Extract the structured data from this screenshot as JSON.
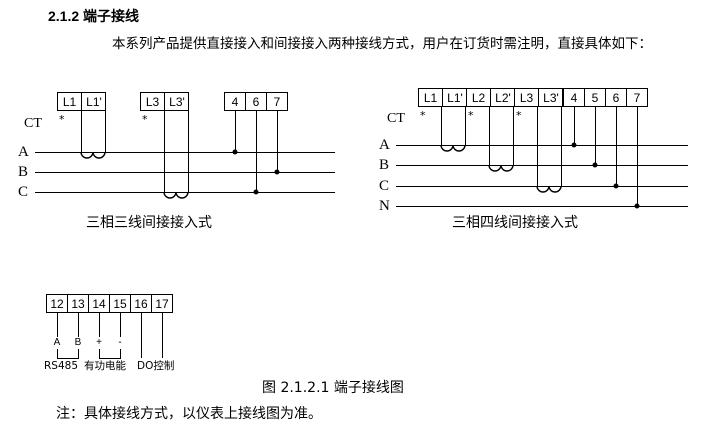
{
  "document": {
    "heading": "2.1.2 端子接线",
    "paragraph": "本系列产品提供直接接入和间接接入两种接线方式，用户在订货时需注明，直接具体如下：",
    "figure_caption": "图 2.1.2.1   端子接线图",
    "note": "注：具体接线方式，以仪表上接线图为准。"
  },
  "diagram_left": {
    "caption": "三相三线间接接入式",
    "ct_label": "CT",
    "ct_polarity_mark": "*",
    "phase_labels": [
      "A",
      "B",
      "C"
    ],
    "ct_terminal_groups": [
      {
        "cells": [
          "L1",
          "L1'"
        ],
        "phase": "A"
      },
      {
        "cells": [
          "L3",
          "L3'"
        ],
        "phase": "C"
      }
    ],
    "voltage_terminals": [
      "4",
      "6",
      "7"
    ],
    "voltage_connections": [
      {
        "terminal": "4",
        "phase": "A"
      },
      {
        "terminal": "6",
        "phase": "C"
      },
      {
        "terminal": "7",
        "phase": "B"
      }
    ]
  },
  "diagram_right": {
    "caption": "三相四线间接接入式",
    "ct_label": "CT",
    "ct_polarity_mark": "*",
    "phase_labels": [
      "A",
      "B",
      "C",
      "N"
    ],
    "ct_terminal_groups": [
      {
        "cells": [
          "L1",
          "L1'"
        ],
        "phase": "A"
      },
      {
        "cells": [
          "L2",
          "L2'"
        ],
        "phase": "B"
      },
      {
        "cells": [
          "L3",
          "L3'"
        ],
        "phase": "C"
      }
    ],
    "voltage_terminals": [
      "4",
      "5",
      "6",
      "7"
    ],
    "voltage_connections": [
      {
        "terminal": "4",
        "phase": "A"
      },
      {
        "terminal": "5",
        "phase": "B"
      },
      {
        "terminal": "6",
        "phase": "C"
      },
      {
        "terminal": "7",
        "phase": "N"
      }
    ]
  },
  "terminal_block": {
    "terminals": [
      "12",
      "13",
      "14",
      "15",
      "16",
      "17"
    ],
    "pin_labels": [
      "A",
      "B",
      "+",
      "-",
      "",
      ""
    ],
    "groups": [
      {
        "label": "RS485",
        "terminals": [
          "12",
          "13"
        ]
      },
      {
        "label": "有功电能",
        "terminals": [
          "14",
          "15"
        ]
      },
      {
        "label": "DO控制",
        "terminals": [
          "16",
          "17"
        ]
      }
    ]
  },
  "colors": {
    "ink": "#000000",
    "background": "#ffffff"
  }
}
